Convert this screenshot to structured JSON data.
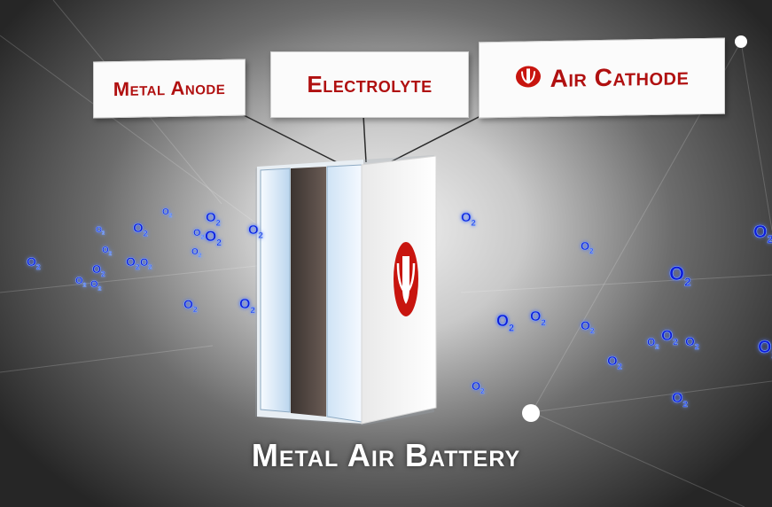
{
  "labels": {
    "metal_anode": "Metal Anode",
    "electrolyte": "Electrolyte",
    "air_cathode": "Air Cathode"
  },
  "caption": "Metal Air Battery",
  "molecule_text": "O",
  "molecule_subscript": "2",
  "colors": {
    "label_text": "#b01010",
    "molecule": "#0d1fd8",
    "molecule_glow": "#7fa8ff",
    "logo": "#c8150f",
    "caption": "#ffffff"
  },
  "icons": {
    "cathode_logo": "red-tulip-logo-icon",
    "front_logo": "red-tulip-logo-icon"
  }
}
